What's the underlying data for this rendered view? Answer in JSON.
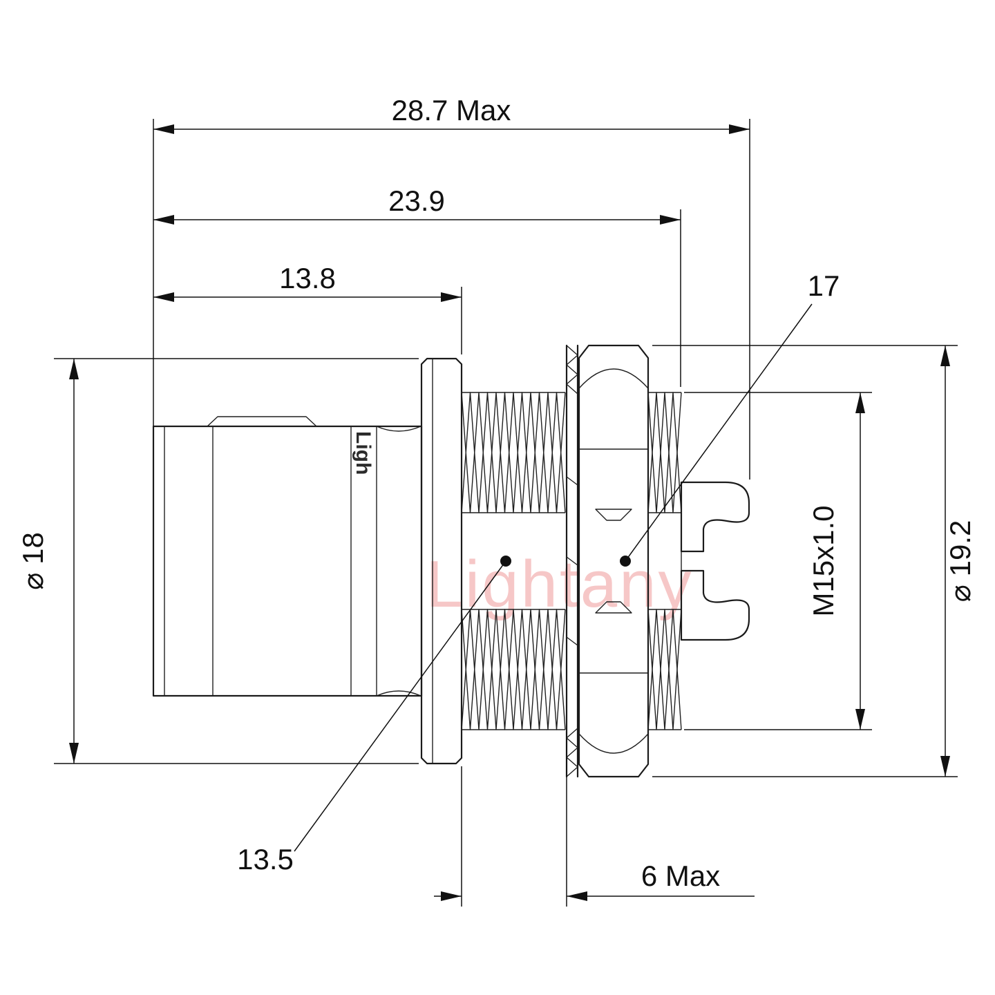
{
  "drawing": {
    "watermark": "Lightany",
    "side_mark": "Ligh",
    "colors": {
      "line": "#1a1a1a",
      "watermark": "#f4baba"
    },
    "dimensions": {
      "overall_max_length": "28.7 Max",
      "length_to_rear": "23.9",
      "front_length": "13.8",
      "hex_across_flats": "17",
      "front_outer_diameter": "⌀ 18",
      "rear_outer_diameter": "⌀ 19.2",
      "thread_spec": "M15x1.0",
      "thread_length": "13.5",
      "panel_thickness_max": "6 Max"
    }
  }
}
